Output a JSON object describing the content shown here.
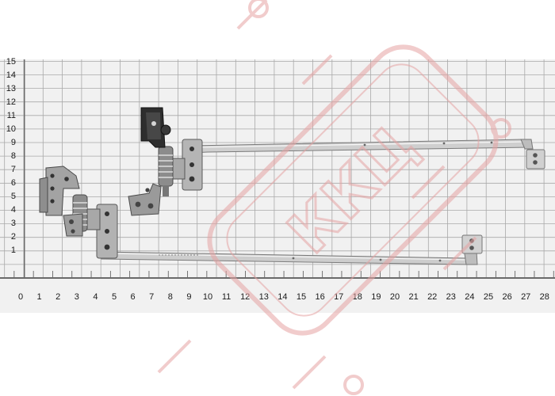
{
  "photo": {
    "subject": "laptop-hinges-on-grid-paper",
    "colors": {
      "background": "#ffffff",
      "paper": "#f1f1f1",
      "grid": "#a9a9a9",
      "metal": "#c4c4c4",
      "metal_dark": "#6c6c6c",
      "metal_black": "#2c2c2c",
      "watermark": "#e9b0b0"
    }
  },
  "ruler": {
    "x_labels": [
      "0",
      "1",
      "2",
      "3",
      "4",
      "5",
      "6",
      "7",
      "8",
      "9",
      "10",
      "11",
      "12",
      "13",
      "14",
      "15",
      "16",
      "17",
      "18",
      "19",
      "20",
      "21",
      "22",
      "23",
      "24",
      "25",
      "26",
      "27",
      "28"
    ],
    "y_labels": [
      "15",
      "14",
      "13",
      "12",
      "11",
      "10",
      "9",
      "8",
      "7",
      "6",
      "5",
      "4",
      "3",
      "2",
      "1"
    ]
  },
  "watermark": {
    "text": "ККЦ"
  }
}
